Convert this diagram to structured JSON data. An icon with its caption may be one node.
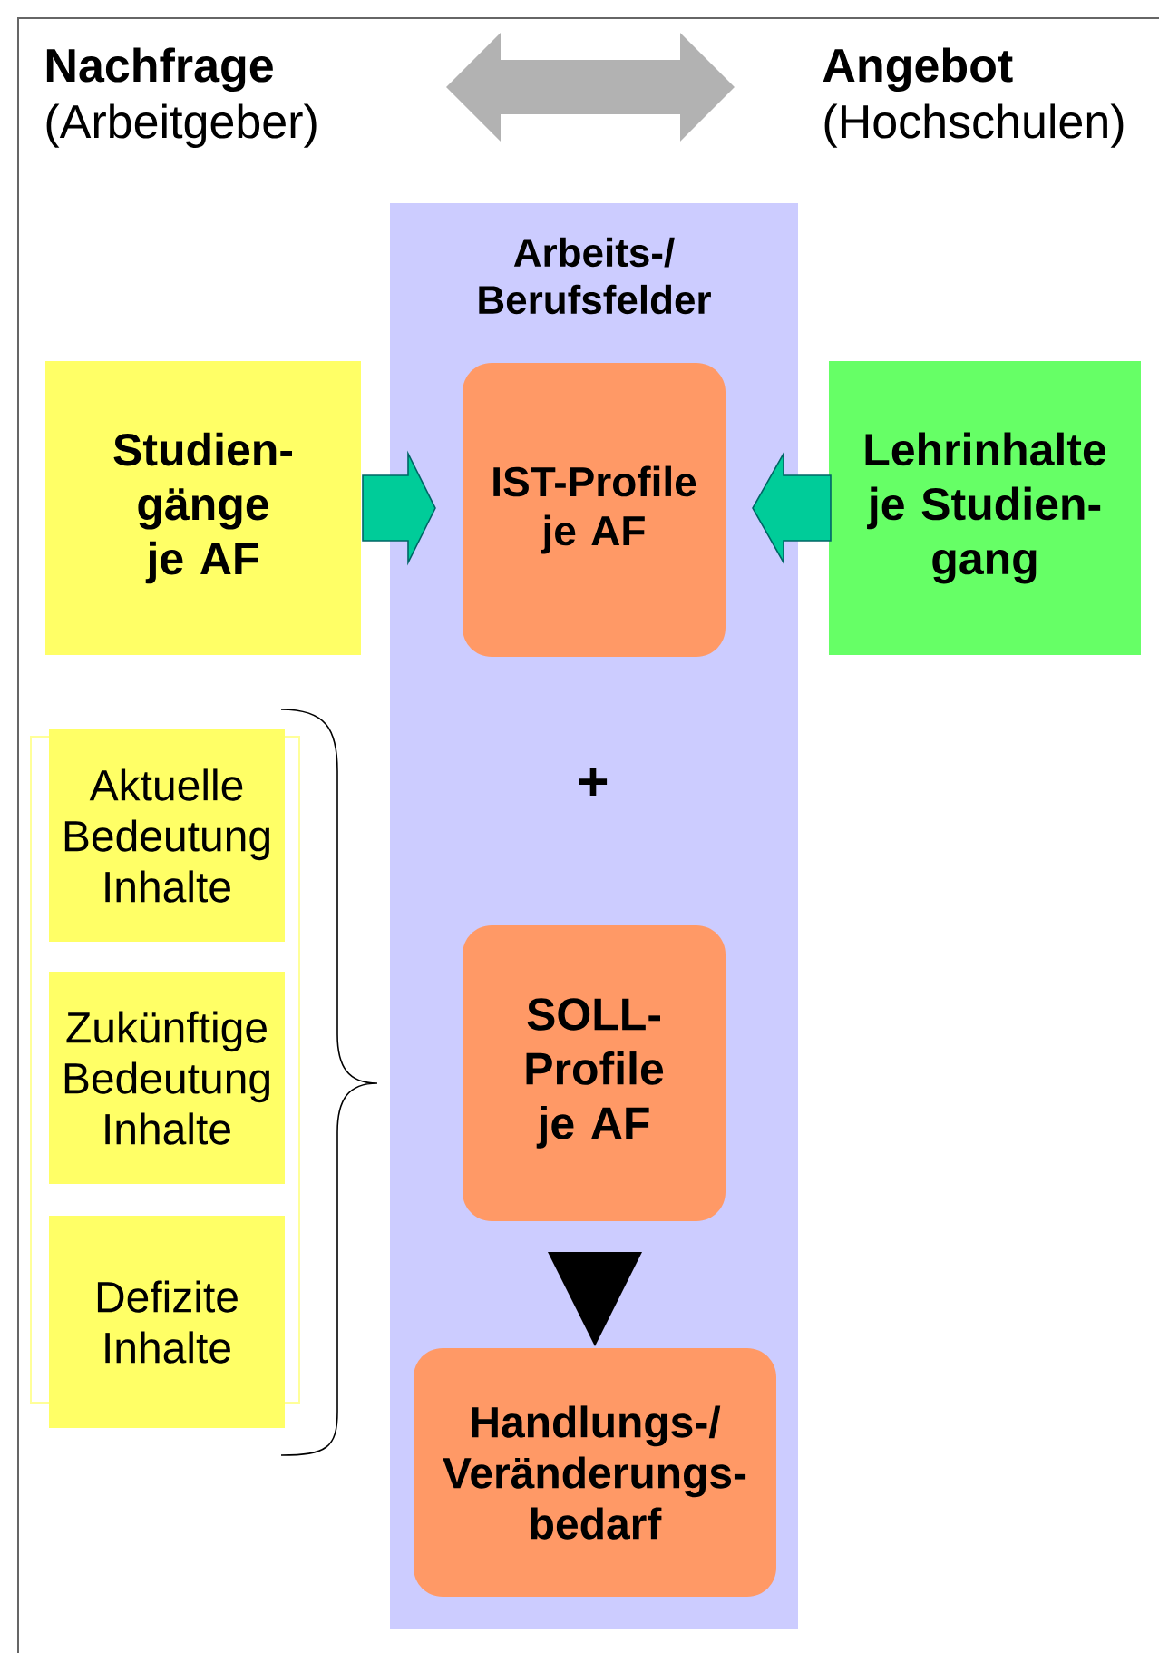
{
  "diagram": {
    "nodes": [
      {
        "text": [
          "Nachfrage",
          "(Arbeitgeber)"
        ]
      },
      {
        "text": [
          "Angebot",
          "(Hochschulen)"
        ]
      },
      {
        "text": [
          "Arbeits-/ Berufsfelder"
        ]
      },
      {
        "text": [
          "Studien- gänge je AF"
        ]
      },
      {
        "text": [
          "IST-Profile je AF"
        ],
        "in": 2
      },
      {
        "text": [
          "Lehrinhalte je Studien- gang"
        ]
      },
      {
        "text": [
          "Aktuelle Bedeutung Inhalte"
        ]
      },
      {
        "text": [
          "Zukünftige Bedeutung Inhalte"
        ]
      },
      {
        "text": [
          "Defizite Inhalte"
        ]
      },
      {
        "text": [
          "SOLL- Profile je AF"
        ],
        "in": 2
      },
      {
        "text": [
          "Handlungs-/ Veränderungs- bedarf"
        ],
        "in": 2
      }
    ],
    "edges": [
      {
        "from": 0,
        "to": 1,
        "arrow": "both",
        "color": "#b2b2b2"
      },
      {
        "from": 3,
        "to": 4,
        "arrow": "to"
      },
      {
        "from": 5,
        "to": 4,
        "arrow": "to"
      },
      {
        "from": 9,
        "to": 10,
        "arrow": "to",
        "color": "#000000"
      }
    ],
    "labels": [
      "+"
    ]
  }
}
